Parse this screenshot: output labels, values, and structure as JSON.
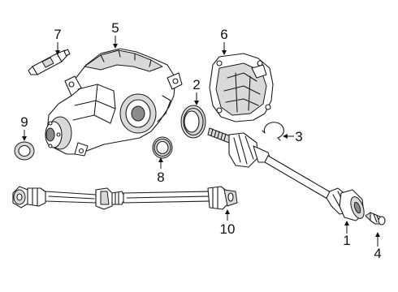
{
  "callouts": [
    {
      "id": "1",
      "label": "1"
    },
    {
      "id": "2",
      "label": "2"
    },
    {
      "id": "3",
      "label": "3"
    },
    {
      "id": "4",
      "label": "4"
    },
    {
      "id": "5",
      "label": "5"
    },
    {
      "id": "6",
      "label": "6"
    },
    {
      "id": "7",
      "label": "7"
    },
    {
      "id": "8",
      "label": "8"
    },
    {
      "id": "9",
      "label": "9"
    },
    {
      "id": "10",
      "label": "10"
    }
  ],
  "parts": [
    {
      "ref": "1",
      "icon": "axle-shaft-icon"
    },
    {
      "ref": "2",
      "icon": "seal-ring-icon"
    },
    {
      "ref": "3",
      "icon": "snap-ring-icon"
    },
    {
      "ref": "4",
      "icon": "bolt-icon"
    },
    {
      "ref": "5",
      "icon": "differential-housing-icon"
    },
    {
      "ref": "6",
      "icon": "differential-cover-icon"
    },
    {
      "ref": "7",
      "icon": "sealant-tube-icon"
    },
    {
      "ref": "8",
      "icon": "shaft-seal-icon"
    },
    {
      "ref": "9",
      "icon": "pinion-seal-icon"
    },
    {
      "ref": "10",
      "icon": "drive-shaft-icon"
    }
  ]
}
